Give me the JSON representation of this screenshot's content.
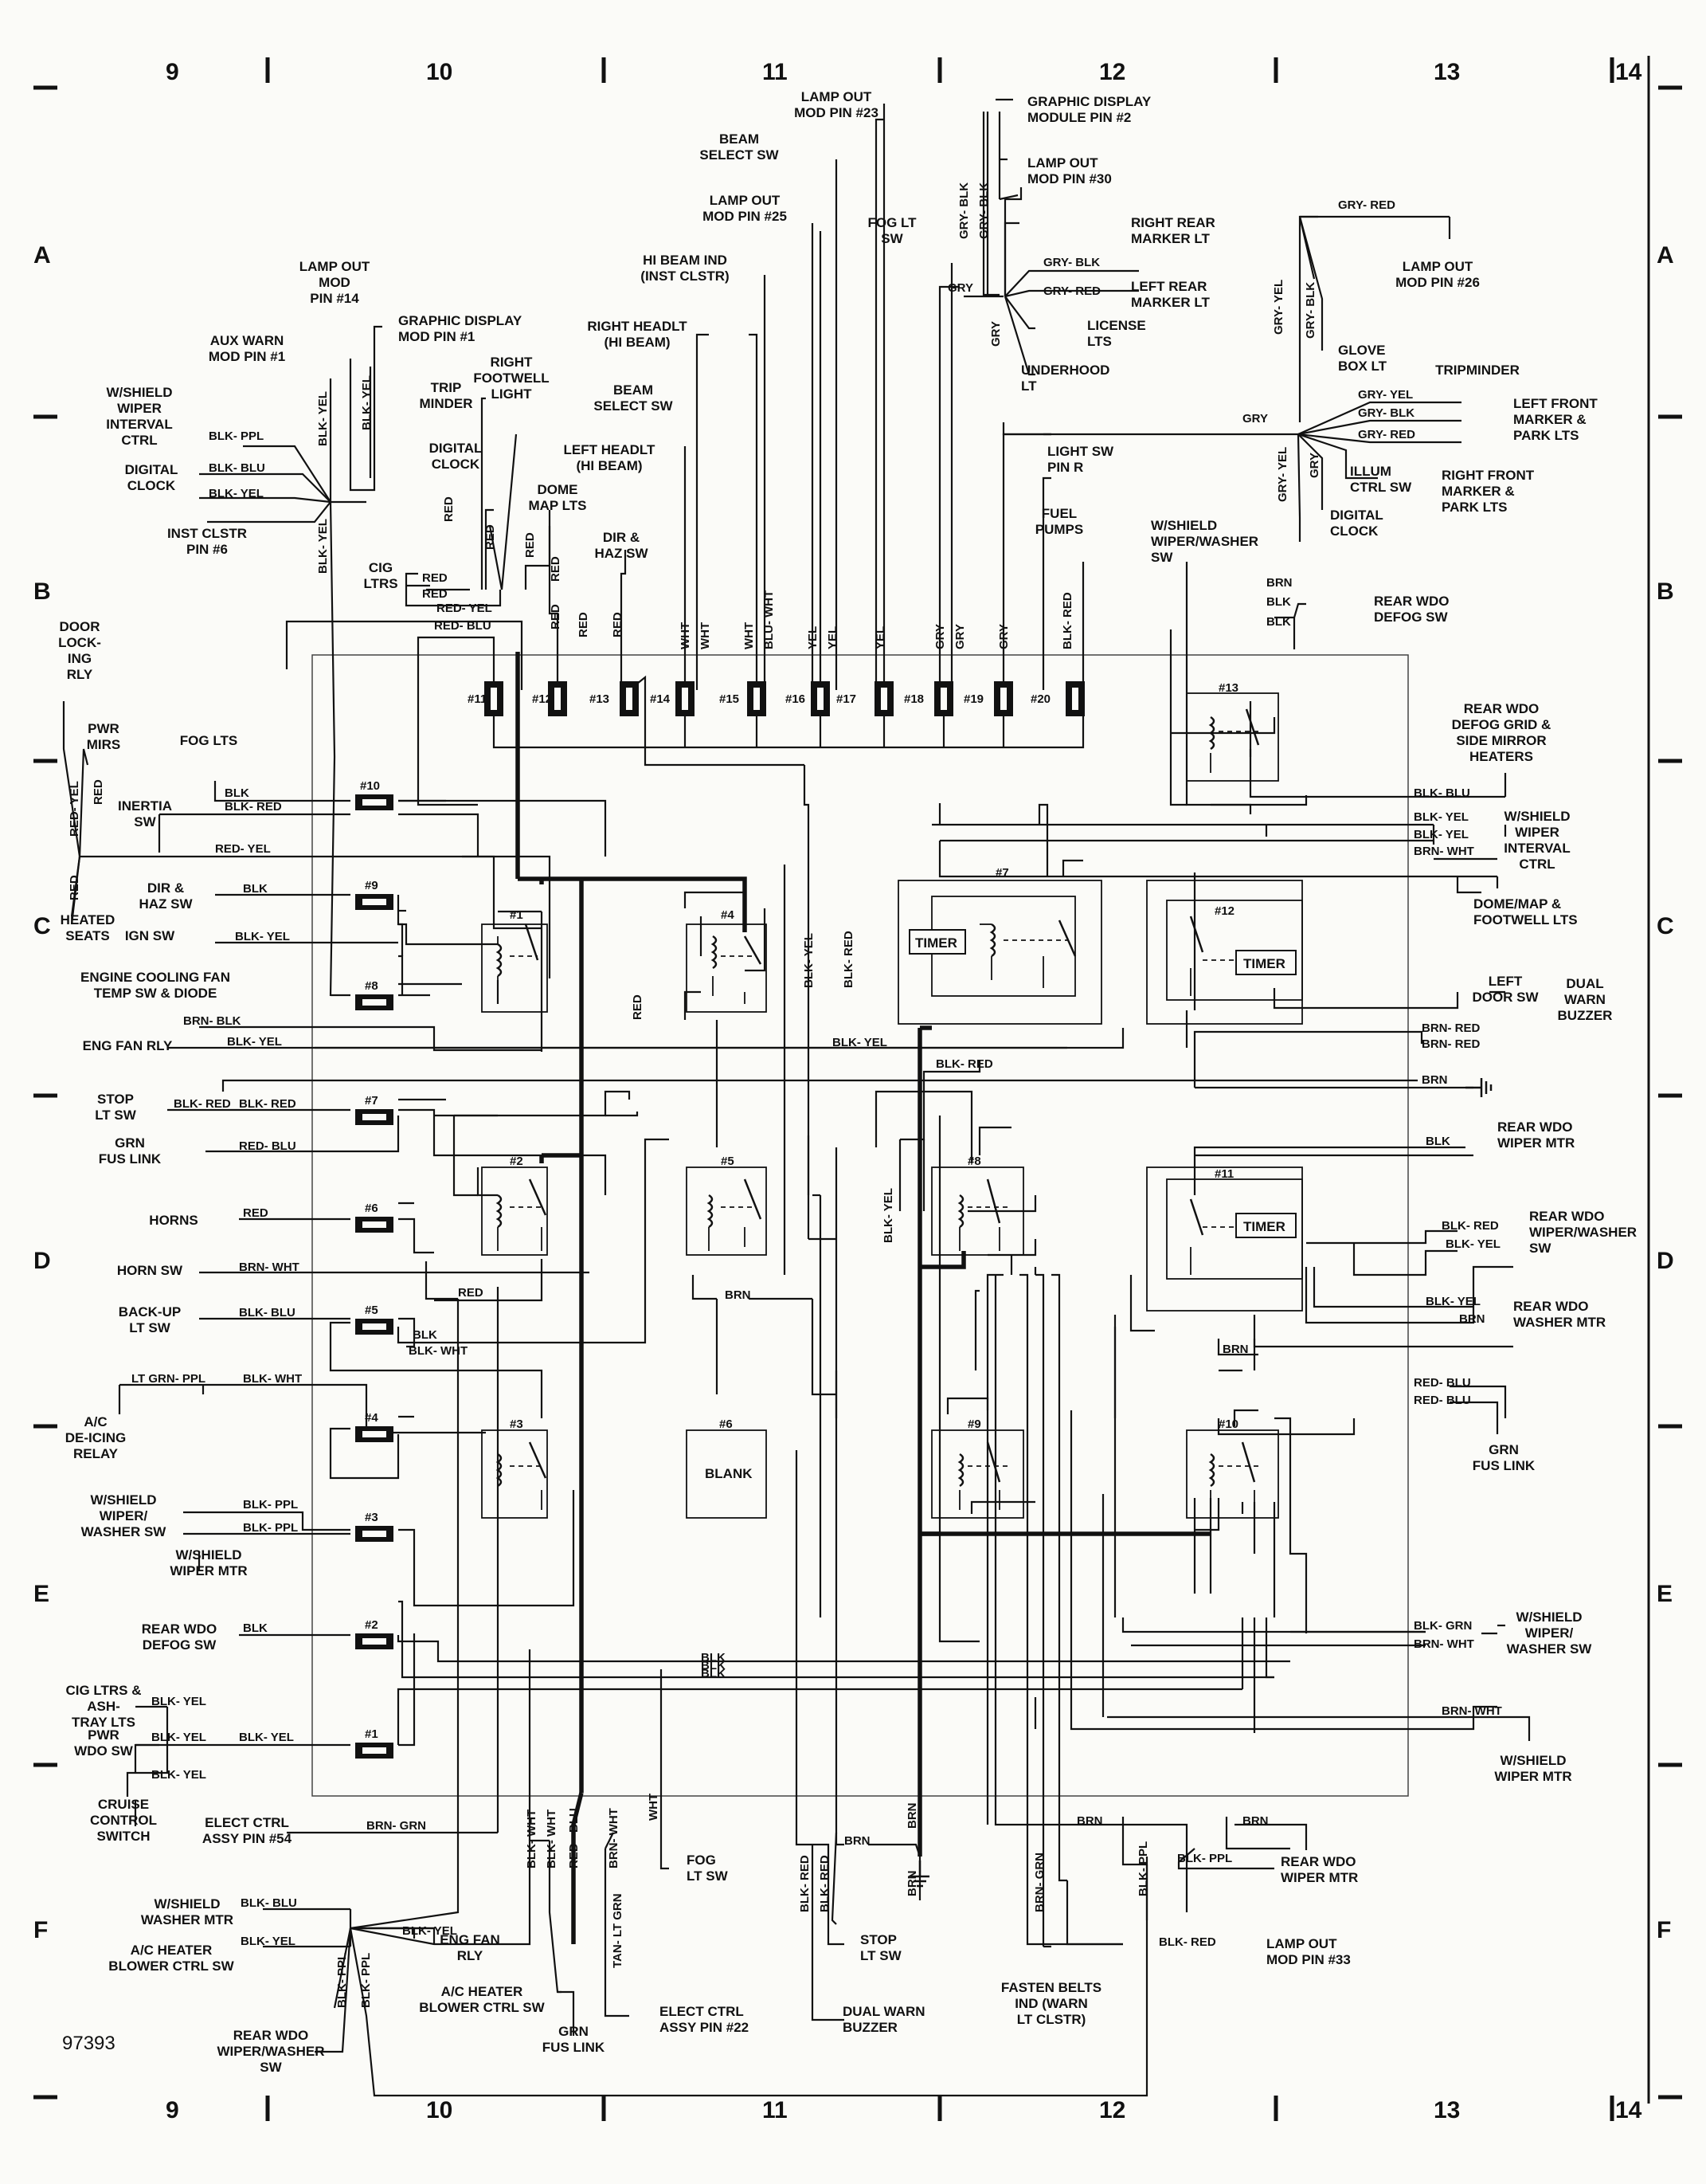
{
  "diagram_number": "97393",
  "grid": {
    "columns_top": [
      "9",
      "10",
      "11",
      "12",
      "13",
      "14"
    ],
    "columns_bottom": [
      "9",
      "10",
      "11",
      "12",
      "13",
      "14"
    ],
    "rows_left": [
      "A",
      "B",
      "C",
      "D",
      "E",
      "F"
    ],
    "rows_right": [
      "A",
      "B",
      "C",
      "D",
      "E",
      "F"
    ]
  },
  "fuses_top": [
    "#11",
    "#12",
    "#13",
    "#14",
    "#15",
    "#16",
    "#17",
    "#18",
    "#19",
    "#20"
  ],
  "fuses_left": [
    "#10",
    "#9",
    "#8",
    "#7",
    "#6",
    "#5",
    "#4",
    "#3",
    "#2",
    "#1"
  ],
  "relays": [
    "#1",
    "#4",
    "#2",
    "#5",
    "#3",
    "#7",
    "#8",
    "#9",
    "#12",
    "#11",
    "#10",
    "#13"
  ],
  "blank_slot": {
    "number": "#6",
    "label": "BLANK"
  },
  "timer_label": "TIMER",
  "top_labels": {
    "lamp_out_23": [
      "LAMP OUT",
      "MOD PIN #23"
    ],
    "graphic_display_2": [
      "GRAPHIC DISPLAY",
      "MODULE  PIN #2"
    ],
    "beam_select_top": [
      "BEAM",
      "SELECT SW"
    ],
    "lamp_out_30": [
      "LAMP OUT",
      "MOD PIN #30"
    ],
    "lamp_out_25": [
      "LAMP OUT",
      "MOD PIN #25"
    ],
    "fog_lt_sw_top": [
      "FOG LT",
      "SW"
    ],
    "right_rear_marker": [
      "RIGHT REAR",
      "MARKER LT"
    ],
    "left_rear_marker": [
      "LEFT REAR",
      "MARKER LT"
    ],
    "license_lts": [
      "LICENSE",
      "LTS"
    ],
    "underhood_lt": [
      "UNDERHOOD",
      "LT"
    ],
    "hi_beam_ind": [
      "HI BEAM IND",
      "(INST CLSTR)"
    ],
    "right_headlt": [
      "RIGHT HEADLT",
      "(HI BEAM)"
    ],
    "beam_select_mid": [
      "BEAM",
      "SELECT SW"
    ],
    "left_headlt": [
      "LEFT HEADLT",
      "(HI BEAM)"
    ],
    "light_sw_pin_r": [
      "LIGHT SW",
      "PIN R"
    ],
    "fuel_pumps": [
      "FUEL",
      "PUMPS"
    ],
    "wshield_wiper_washer_top": [
      "W/SHIELD",
      "WIPER/WASHER",
      "SW"
    ],
    "lamp_out_14": [
      "LAMP OUT",
      "MOD",
      "PIN #14"
    ],
    "graphic_display_1": [
      "GRAPHIC DISPLAY",
      "MOD  PIN #1"
    ],
    "aux_warn": [
      "AUX WARN",
      "MOD PIN #1"
    ],
    "wshield_wiper_interval_left": [
      "W/SHIELD",
      "WIPER",
      "INTERVAL",
      "CTRL"
    ],
    "trip_minder_left": [
      "TRIP",
      "MINDER"
    ],
    "right_footwell": [
      "RIGHT",
      "FOOTWELL",
      "LIGHT"
    ],
    "digital_clock_left": [
      "DIGITAL",
      "CLOCK"
    ],
    "digital_clock_mid": [
      "DIGITAL",
      "CLOCK"
    ],
    "dome_map_lts": [
      "DOME",
      "MAP LTS"
    ],
    "inst_clstr_6": [
      "INST CLSTR",
      "PIN #6"
    ],
    "dir_haz_sw_top": [
      "DIR &",
      "HAZ SW"
    ],
    "cig_ltrs_top": [
      "CIG",
      "LTRS"
    ],
    "lamp_out_26": [
      "LAMP OUT",
      "MOD PIN #26"
    ],
    "glove_box_lt": [
      "GLOVE",
      "BOX LT"
    ],
    "tripminder_right": [
      "TRIPMINDER"
    ],
    "left_front_marker": [
      "LEFT FRONT",
      "MARKER &",
      "PARK LTS"
    ],
    "illum_ctrl_sw": [
      "ILLUM",
      "CTRL SW"
    ],
    "right_front_marker": [
      "RIGHT FRONT",
      "MARKER &",
      "PARK LTS"
    ],
    "digital_clock_right": [
      "DIGITAL",
      "CLOCK"
    ]
  },
  "left_labels": {
    "door_locking_rly": [
      "DOOR",
      "LOCK-",
      "ING",
      "RLY"
    ],
    "pwr_mirs": [
      "PWR",
      "MIRS"
    ],
    "fog_lts": [
      "FOG LTS"
    ],
    "inertia_sw": [
      "INERTIA",
      "SW"
    ],
    "heated_seats": [
      "HEATED",
      "SEATS"
    ],
    "dir_haz_sw_left": [
      "DIR &",
      "HAZ SW"
    ],
    "ign_sw": [
      "IGN SW"
    ],
    "engine_cooling_fan": [
      "ENGINE COOLING FAN",
      "TEMP SW & DIODE"
    ],
    "eng_fan_rly_left": [
      "ENG  FAN  RLY"
    ],
    "stop_lt_sw_left": [
      "STOP",
      "LT SW"
    ],
    "grn_fus_link_left": [
      "GRN",
      "FUS LINK"
    ],
    "horns": [
      "HORNS"
    ],
    "horn_sw": [
      "HORN SW"
    ],
    "back_up_lt_sw": [
      "BACK-UP",
      "LT SW"
    ],
    "ac_deicing": [
      "A/C",
      "DE-ICING",
      "RELAY"
    ],
    "wshield_wiper_washer_left": [
      "W/SHIELD",
      "WIPER/",
      "WASHER SW"
    ],
    "wshield_wiper_mtr_left": [
      "W/SHIELD",
      "WIPER MTR"
    ],
    "rear_wdo_defog_left": [
      "REAR WDO",
      "DEFOG SW"
    ],
    "cig_ltrs_ash": [
      "CIG LTRS &",
      "ASH-",
      "TRAY LTS"
    ],
    "pwr_wdo_sw": [
      "PWR",
      "WDO SW"
    ],
    "cruise_control": [
      "CRUISE",
      "CONTROL",
      "SWITCH"
    ],
    "wshield_washer_mtr": [
      "W/SHIELD",
      "WASHER MTR"
    ],
    "ac_heater_blower_left": [
      "A/C HEATER",
      "BLOWER CTRL SW"
    ],
    "rear_wdo_wiper_washer_left": [
      "REAR WDO",
      "WIPER/WASHER",
      "SW"
    ]
  },
  "bottom_labels": {
    "elect_ctrl_54": [
      "ELECT CTRL",
      "ASSY PIN #54"
    ],
    "eng_fan_rly_bottom": [
      "ENG FAN",
      "RLY"
    ],
    "ac_heater_blower_bottom": [
      "A/C  HEATER",
      "BLOWER CTRL SW"
    ],
    "grn_fus_link_bottom": [
      "GRN",
      "FUS LINK"
    ],
    "elect_ctrl_22": [
      "ELECT CTRL",
      "ASSY PIN #22"
    ],
    "fog_lt_sw_bottom": [
      "FOG",
      "LT SW"
    ],
    "stop_lt_sw_bottom": [
      "STOP",
      "LT SW"
    ],
    "dual_warn_buzzer_bottom": [
      "DUAL WARN",
      "BUZZER"
    ],
    "fasten_belts": [
      "FASTEN BELTS",
      "IND (WARN",
      "LT CLSTR)"
    ],
    "lamp_out_33": [
      "LAMP OUT",
      "MOD PIN #33"
    ],
    "rear_wdo_wiper_mtr_bottom": [
      "REAR WDO",
      "WIPER MTR"
    ]
  },
  "right_labels": {
    "rear_wdo_defog_sw": [
      "REAR WDO",
      "DEFOG SW"
    ],
    "rear_wdo_defog_grid": [
      "REAR WDO",
      "DEFOG GRID &",
      "SIDE MIRROR",
      "HEATERS"
    ],
    "wshield_wiper_interval_right": [
      "W/SHIELD",
      "WIPER",
      "INTERVAL",
      "CTRL"
    ],
    "dome_map_footwell": [
      "DOME/MAP &",
      "FOOTWELL LTS"
    ],
    "left_door_sw": [
      "LEFT",
      "DOOR SW"
    ],
    "dual_warn_buzzer_right": [
      "DUAL",
      "WARN",
      "BUZZER"
    ],
    "rear_wdo_wiper_mtr_right": [
      "REAR WDO",
      "WIPER MTR"
    ],
    "rear_wdo_wiper_washer_right": [
      "REAR WDO",
      "WIPER/WASHER",
      "SW"
    ],
    "rear_wdo_washer_mtr": [
      "REAR WDO",
      "WASHER MTR"
    ],
    "grn_fus_link_right": [
      "GRN",
      "FUS LINK"
    ],
    "wshield_wiper_washer_right": [
      "W/SHIELD",
      "WIPER/",
      "WASHER SW"
    ],
    "wshield_wiper_mtr_right": [
      "W/SHIELD",
      "WIPER MTR"
    ]
  },
  "wires": {
    "gry_blk": "GRY- BLK",
    "gry_red": "GRY- RED",
    "gry_yel": "GRY- YEL",
    "gry": "GRY",
    "blk_ppl": "BLK- PPL",
    "blk_blu": "BLK- BLU",
    "blk_yel": "BLK- YEL",
    "blk_red": "BLK- RED",
    "blk": "BLK",
    "red": "RED",
    "red_blu": "RED- BLU",
    "red_yel": "RED- YEL",
    "brn_blk": "BRN- BLK",
    "brn_wht": "BRN- WHT",
    "brn_red": "BRN- RED",
    "brn_grn": "BRN- GRN",
    "brn": "BRN",
    "blk_grn": "BLK- GRN",
    "blk_wht": "BLK- WHT",
    "lt_grn_ppl": "LT GRN- PPL",
    "wht": "WHT",
    "blu_wht": "BLU- WHT",
    "yel": "YEL",
    "red_blu_v": "RED - BLU",
    "tan_lt_grn": "TAN- LT GRN",
    "blk_red_v": "BLK- RED"
  }
}
